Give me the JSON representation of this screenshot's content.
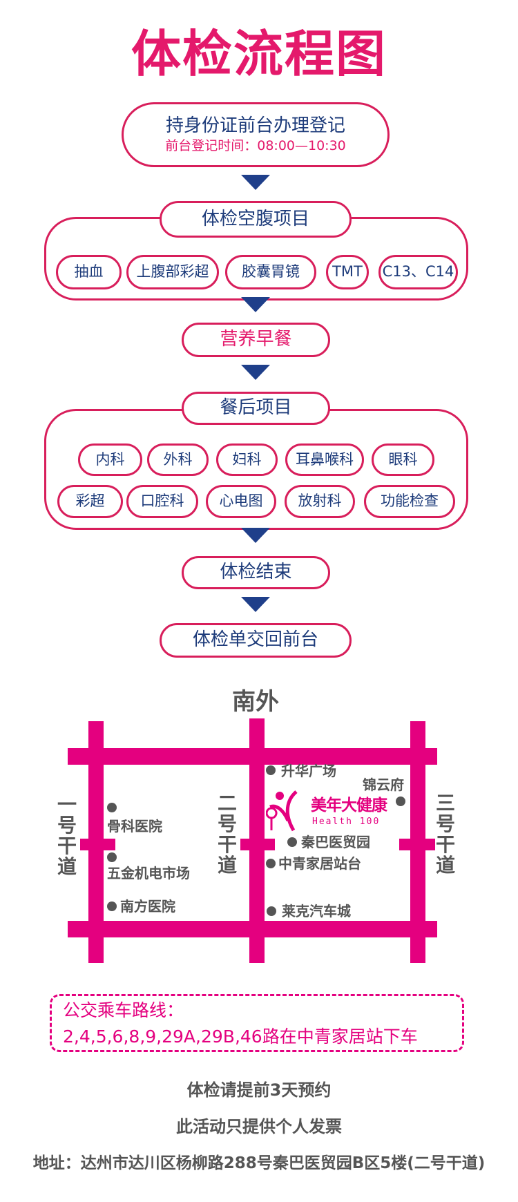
{
  "title": "体检流程图",
  "step1": {
    "main": "持身份证前台办理登记",
    "sub": "前台登记时间：08:00—10:30"
  },
  "fasting": {
    "header": "体检空腹项目",
    "items": [
      "抽血",
      "上腹部彩超",
      "胶囊胃镜",
      "TMT",
      "C13、C14"
    ]
  },
  "breakfast": "营养早餐",
  "after_meal": {
    "header": "餐后项目",
    "row1": [
      "内科",
      "外科",
      "妇科",
      "耳鼻喉科",
      "眼科"
    ],
    "row2": [
      "彩超",
      "口腔科",
      "心电图",
      "放射科",
      "功能检查"
    ]
  },
  "end": "体检结束",
  "return": "体检单交回前台",
  "map": {
    "north": "南外",
    "roads": [
      "一号干道",
      "二号干道",
      "三号干道"
    ],
    "pois": [
      "升华广场",
      "锦云府",
      "秦巴医贸园",
      "中青家居站台",
      "莱克汽车城",
      "骨科医院",
      "五金机电市场",
      "南方医院"
    ],
    "logo_cn": "美年大健康",
    "logo_en": "Health 100"
  },
  "bus": {
    "title": "公交乘车路线：",
    "routes": "2,4,5,6,8,9,29A,29B,46路在中青家居站下车"
  },
  "notes": [
    "体检请提前3天预约",
    "此活动只提供个人发票",
    "地址：达州市达川区杨柳路288号秦巴医贸园B区5楼(二号干道)"
  ],
  "colors": {
    "pink": "#d81e5b",
    "magenta": "#e4007f",
    "navy": "#1d3b7a",
    "gray": "#555555"
  }
}
